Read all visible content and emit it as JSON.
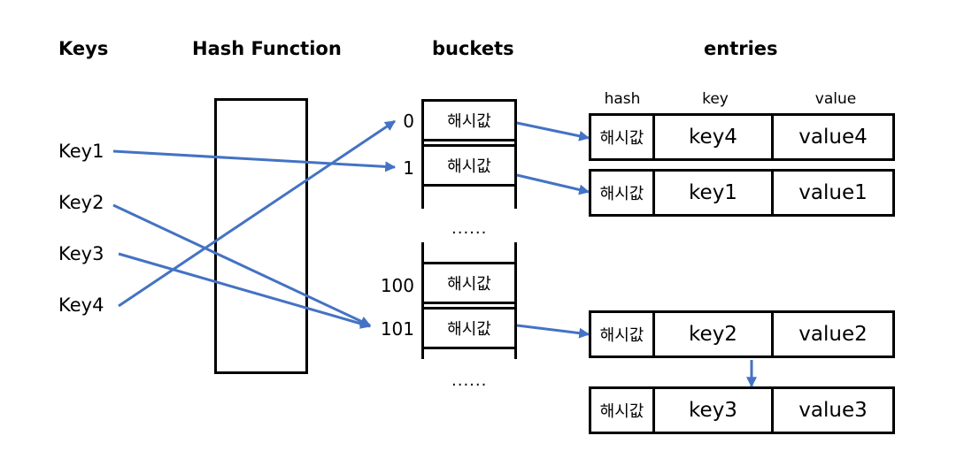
{
  "headers": {
    "keys": "Keys",
    "hash_function": "Hash Function",
    "buckets": "buckets",
    "entries": "entries"
  },
  "keys": [
    "Key1",
    "Key2",
    "Key3",
    "Key4"
  ],
  "buckets": {
    "group1": [
      {
        "index": "0",
        "value": "해시값"
      },
      {
        "index": "1",
        "value": "해시값"
      }
    ],
    "group2": [
      {
        "index": "100",
        "value": "해시값"
      },
      {
        "index": "101",
        "value": "해시값"
      }
    ],
    "ellipsis": "......"
  },
  "entry_columns": {
    "hash": "hash",
    "key": "key",
    "value": "value"
  },
  "entries": [
    {
      "hash": "해시값",
      "key": "key4",
      "value": "value4"
    },
    {
      "hash": "해시값",
      "key": "key1",
      "value": "value1"
    },
    {
      "hash": "해시값",
      "key": "key2",
      "value": "value2"
    },
    {
      "hash": "해시값",
      "key": "key3",
      "value": "value3"
    }
  ],
  "mappings": [
    {
      "from": "Key1",
      "to_bucket": "1"
    },
    {
      "from": "Key2",
      "to_bucket": "101"
    },
    {
      "from": "Key3",
      "to_bucket": "101"
    },
    {
      "from": "Key4",
      "to_bucket": "0"
    }
  ],
  "colors": {
    "arrow": "#4472C4",
    "outline": "#000000"
  }
}
